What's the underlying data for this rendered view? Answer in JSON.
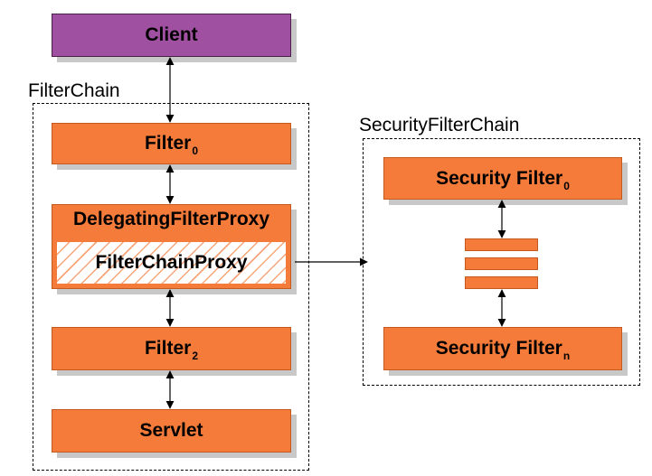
{
  "client": {
    "label": "Client"
  },
  "filter_chain": {
    "title": "FilterChain",
    "filter0": {
      "label": "Filter",
      "subscript": "0"
    },
    "delegating_proxy": {
      "label": "DelegatingFilterProxy"
    },
    "filter_chain_proxy": {
      "label": "FilterChainProxy"
    },
    "filter2": {
      "label": "Filter",
      "subscript": "2"
    },
    "servlet": {
      "label": "Servlet"
    }
  },
  "security_filter_chain": {
    "title": "SecurityFilterChain",
    "security_filter0": {
      "label": "Security Filter",
      "subscript": "0"
    },
    "security_filtern": {
      "label": "Security Filter",
      "subscript": "n"
    }
  },
  "colors": {
    "filter_fill": "#f47b3a",
    "client_fill": "#a050a0",
    "hatch": "#f6a57a"
  }
}
